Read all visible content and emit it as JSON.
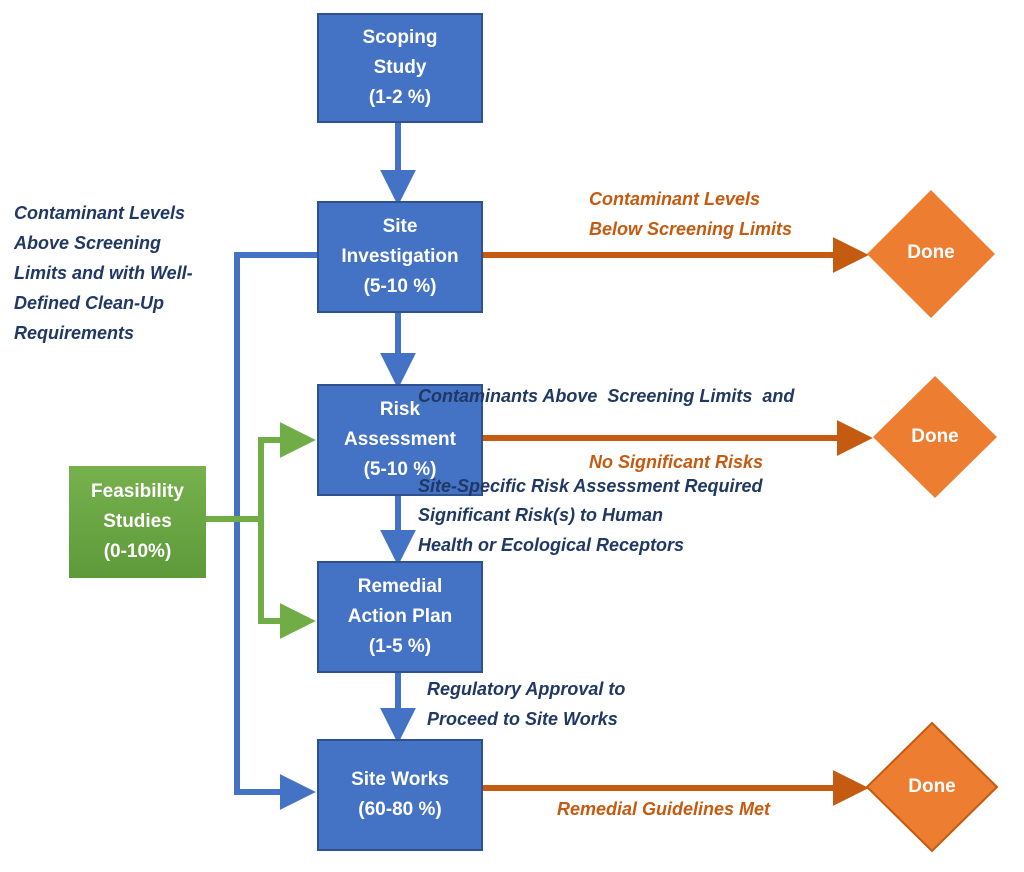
{
  "colors": {
    "process_fill": "#4472c4",
    "process_border": "#2f528f",
    "flow_blue": "#4472c4",
    "feasibility_green": "#70ad47",
    "done_orange": "#ed7d31",
    "outcome_orange": "#c55a11",
    "label_navy": "#203864"
  },
  "nodes": {
    "scoping": {
      "lines": [
        "Scoping",
        "Study",
        "(1-2 %)"
      ]
    },
    "site_investigation": {
      "lines": [
        "Site",
        "Investigation",
        "(5-10 %)"
      ]
    },
    "risk_assessment": {
      "lines": [
        "Risk",
        "Assessment",
        "(5-10 %)"
      ]
    },
    "remedial_action_plan": {
      "lines": [
        "Remedial",
        "Action Plan",
        "(1-5 %)"
      ]
    },
    "site_works": {
      "lines": [
        "Site Works",
        "(60-80 %)"
      ]
    },
    "feasibility": {
      "lines": [
        "Feasibility",
        "Studies",
        "(0-10%)"
      ]
    },
    "done_1": {
      "label": "Done"
    },
    "done_2": {
      "label": "Done"
    },
    "done_3": {
      "label": "Done"
    }
  },
  "edge_labels": {
    "bypass_to_site_works": {
      "lines": [
        "Contaminant Levels",
        "Above Screening",
        "Limits and with Well-",
        "Defined Clean-Up",
        "Requirements"
      ]
    },
    "below_screening": {
      "lines": [
        "Contaminant Levels",
        "Below Screening Limits"
      ]
    },
    "to_risk_assessment": {
      "lines": [
        "Contaminants Above  Screening Limits  and",
        "Site-Specific Risk Assessment Required"
      ]
    },
    "no_significant_risks": {
      "lines": [
        "No Significant Risks"
      ]
    },
    "to_remedial_plan": {
      "lines": [
        "Significant Risk(s) to Human",
        "Health or Ecological Receptors"
      ]
    },
    "to_site_works": {
      "lines": [
        "Regulatory Approval to",
        "Proceed to Site Works"
      ]
    },
    "guidelines_met": {
      "lines": [
        "Remedial Guidelines Met"
      ]
    }
  }
}
